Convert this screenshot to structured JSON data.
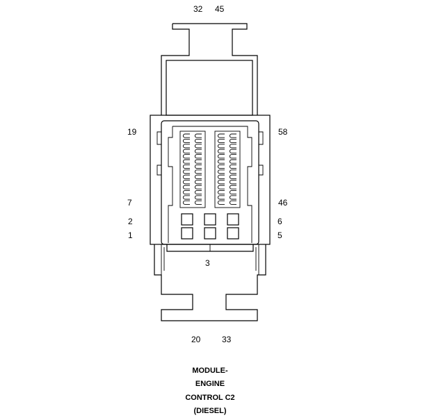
{
  "pin_labels": {
    "top_left": "32",
    "top_right": "45",
    "left_top": "19",
    "right_top": "58",
    "left_mid": "7",
    "right_mid": "46",
    "left_2": "2",
    "right_2": "6",
    "left_1": "1",
    "right_1": "5",
    "center_bottom": "3",
    "bottom_left": "20",
    "bottom_right": "33"
  },
  "title_lines": [
    "MODULE-",
    "ENGINE",
    "CONTROL C2",
    "(DIESEL)"
  ],
  "colors": {
    "line": "#000000",
    "background": "#ffffff"
  }
}
